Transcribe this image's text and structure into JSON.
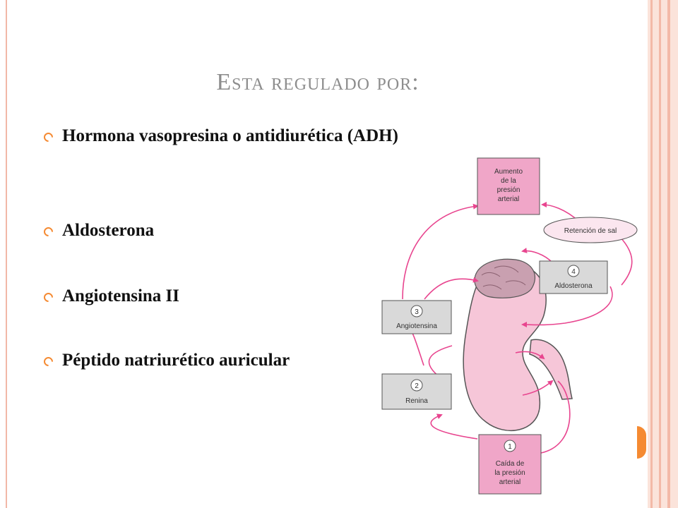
{
  "slide": {
    "title": "Esta regulado por:"
  },
  "bullets": [
    "Hormona vasopresina o antidiurética (ADH)",
    "Aldosterona",
    "Angiotensina II",
    "Péptido natriurético auricular"
  ],
  "diagram": {
    "box_aumento": [
      "Aumento",
      "de la",
      "presión",
      "arterial"
    ],
    "oval_retencion": "Retención de sal",
    "box_aldosterona": {
      "number": "4",
      "label": "Aldosterona"
    },
    "box_angiotensina": {
      "number": "3",
      "label": "Angiotensina"
    },
    "box_renina": {
      "number": "2",
      "label": "Renina"
    },
    "box_caida": {
      "number": "1",
      "lines": [
        "Caída de",
        "la presión",
        "arterial"
      ]
    }
  },
  "colors": {
    "accent": "#f58a32",
    "title": "#8d8d8d",
    "pink_box": "#f0a6c8",
    "gray_box": "#d9d9d9",
    "arrow": "#e8458f"
  }
}
